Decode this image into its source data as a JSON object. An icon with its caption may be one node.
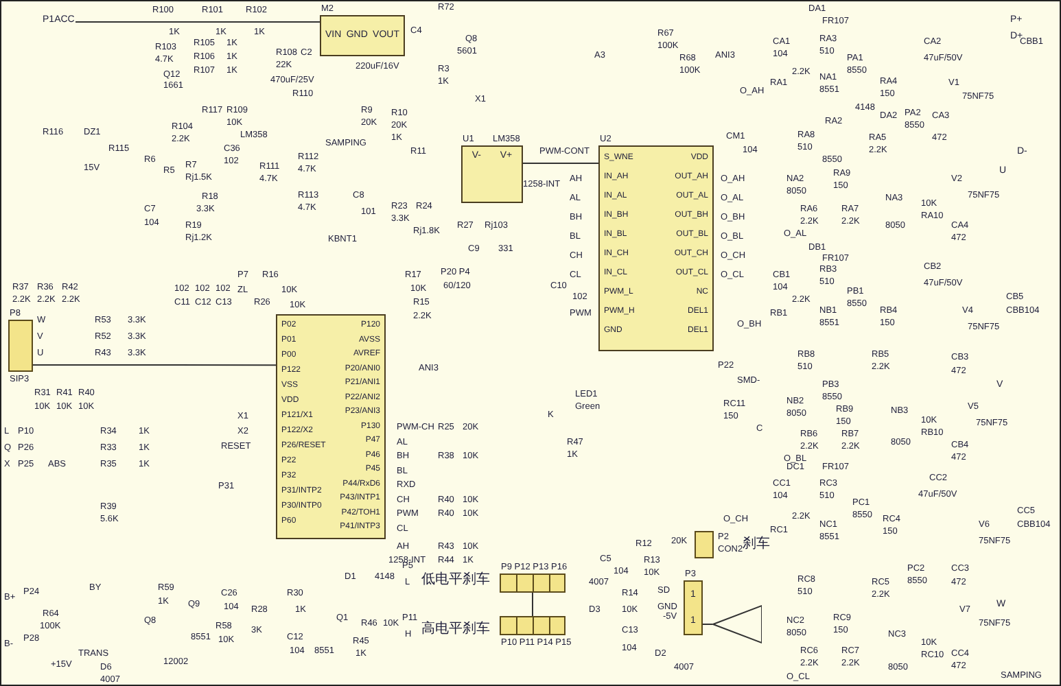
{
  "diagram": {
    "nodes": [
      {
        "text": [
          "P1",
          "ACC"
        ]
      },
      {
        "text": [
          "VIN",
          "GND",
          "VOUT"
        ],
        "beside": [
          "M2"
        ]
      },
      {
        "text": [
          "V-",
          "V+"
        ],
        "beside": [
          "U1",
          "LM358"
        ]
      },
      {
        "text": [
          "S_WNE",
          "IN_AH",
          "IN_AL",
          "IN_BH",
          "IN_BL",
          "IN_CH",
          "IN_CL",
          "PWM_L",
          "PWM_H",
          "GND",
          "VDD",
          "OUT_AH",
          "OUT_AL",
          "OUT_BH",
          "OUT_BL",
          "OUT_CH",
          "OUT_CL",
          "NC",
          "DEL1",
          "DEL1"
        ],
        "beside": [
          "U2"
        ]
      },
      {
        "text": [
          "P02",
          "P01",
          "P00",
          "P122",
          "VSS",
          "VDD",
          "P121/X1",
          "P122/X2",
          "P26/RESET",
          "P22",
          "P32",
          "P31/INTP2",
          "P30/INTP0",
          "P60",
          "P120",
          "AVSS",
          "AVREF",
          "P20/ANI0",
          "P21/ANI1",
          "P22/ANI2",
          "P23/ANI3",
          "P130",
          "P47",
          "P46",
          "P45",
          "P44/RxD6",
          "P43/INTP1",
          "P42/TOH1",
          "P41/INTP3"
        ]
      },
      {
        "text": [],
        "shape": "box",
        "beside": [
          "P8",
          "SIP3"
        ]
      },
      {
        "text": [
          "1",
          "1"
        ],
        "beside": [
          "P3"
        ]
      },
      {
        "text": [],
        "shape": "box",
        "beside": [
          "P2",
          "CON2"
        ]
      },
      {
        "text": [],
        "shape": "box",
        "beside": [
          "P9 P12 P13 P16"
        ]
      },
      {
        "text": [],
        "shape": "box",
        "beside": [
          "P10 P11 P14 P15"
        ]
      },
      {
        "text": [
          "U"
        ]
      },
      {
        "text": [
          "V"
        ]
      },
      {
        "text": [
          "W"
        ]
      },
      {
        "text": [
          "P+"
        ]
      },
      {
        "text": [
          "D+"
        ]
      },
      {
        "text": [
          "D-"
        ]
      },
      {
        "text": [],
        "shape": "triangle"
      }
    ],
    "edges": [
      {
        "from": 0,
        "to": 1,
        "arrow": "none"
      },
      {
        "from": 2,
        "to": 3,
        "arrow": "none"
      },
      {
        "from": 5,
        "to": 4,
        "arrow": "none"
      },
      {
        "from": 8,
        "to": 9,
        "arrow": "none"
      },
      {
        "from": 16,
        "to": 6,
        "arrow": "none"
      }
    ],
    "labels": [
      "R100",
      "1K",
      "R101",
      "1K",
      "R102",
      "1K",
      "R103",
      "4.7K",
      "R105",
      "R106",
      "R107",
      "1K",
      "1K",
      "1K",
      "Q12",
      "1661",
      "R108",
      "22K",
      "C2",
      "470uF/25V",
      "C4",
      "220uF/16V",
      "R72",
      "Q8",
      "5601",
      "R3",
      "1K",
      "X1",
      "R110",
      "R117",
      "R109",
      "10K",
      "LM358",
      "R104",
      "2.2K",
      "C36",
      "102",
      "R111",
      "4.7K",
      "R112",
      "4.7K",
      "SAMPING",
      "R113",
      "4.7K",
      "KBNT1",
      "R9",
      "20K",
      "R10",
      "20K",
      "1K",
      "R11",
      "C8",
      "101",
      "R23",
      "3.3K",
      "R24",
      "Rj1.8K",
      "R27",
      "Rj103",
      "C9",
      "331",
      "1258-INT",
      "PWM-CONT",
      "R116",
      "DZ1",
      "15V",
      "R115",
      "R6",
      "R5",
      "R7",
      "Rj1.5K",
      "C7",
      "104",
      "R18",
      "3.3K",
      "R19",
      "Rj1.2K",
      "R37",
      "R36",
      "R42",
      "2.2K",
      "2.2K",
      "2.2K",
      "W",
      "V",
      "U",
      "R53",
      "R52",
      "R43",
      "3.3K",
      "3.3K",
      "3.3K",
      "102",
      "102",
      "102",
      "C11",
      "C12",
      "C13",
      "P7",
      "ZL",
      "R16",
      "10K",
      "R26",
      "10K",
      "R17",
      "10K",
      "R15",
      "2.2K",
      "P20 P4",
      "60/120",
      "AH",
      "AL",
      "BH",
      "BL",
      "CH",
      "CL",
      "C10",
      "102",
      "PWM",
      "O_AH",
      "O_AL",
      "O_BH",
      "O_BL",
      "O_CH",
      "O_CL",
      "CM1",
      "104",
      "R67",
      "100K",
      "R68",
      "100K",
      "A3",
      "ANI3",
      "DA1",
      "FR107",
      "CA1",
      "104",
      "RA3",
      "510",
      "PA1",
      "8550",
      "NA1",
      "8551",
      "RA1",
      "2.2K",
      "O_AH",
      "RA4",
      "150",
      "4148",
      "DA2",
      "PA2",
      "8550",
      "RA5",
      "2.2K",
      "CA3",
      "472",
      "CA2",
      "47uF/50V",
      "V1",
      "75NF75",
      "RA8",
      "510",
      "RA2",
      "8550",
      "RA9",
      "150",
      "NA2",
      "8050",
      "RA6",
      "2.2K",
      "RA7",
      "2.2K",
      "O_AL",
      "NA3",
      "8050",
      "10K",
      "RA10",
      "CA4",
      "472",
      "V2",
      "75NF75",
      "CBB1",
      "DB1",
      "FR107",
      "CB1",
      "104",
      "RB3",
      "510",
      "PB1",
      "8550",
      "NB1",
      "8551",
      "RB1",
      "2.2K",
      "O_BH",
      "RB4",
      "150",
      "CB2",
      "47uF/50V",
      "V4",
      "75NF75",
      "CB5",
      "CBB104",
      "RB8",
      "510",
      "RB5",
      "2.2K",
      "CB3",
      "472",
      "PB3",
      "8550",
      "RB9",
      "150",
      "NB2",
      "8050",
      "RB6",
      "2.2K",
      "RB7",
      "2.2K",
      "O_BL",
      "NB3",
      "8050",
      "10K",
      "RB10",
      "CB4",
      "472",
      "V5",
      "75NF75",
      "P22",
      "SMD-",
      "RC11",
      "150",
      "C",
      "DC1",
      "FR107",
      "CC1",
      "104",
      "RC3",
      "510",
      "PC1",
      "8550",
      "NC1",
      "8551",
      "RC1",
      "2.2K",
      "O_CH",
      "RC4",
      "150",
      "CC2",
      "47uF/50V",
      "V6",
      "75NF75",
      "CC5",
      "CBB104",
      "RC8",
      "510",
      "RC5",
      "2.2K",
      "PC2",
      "8550",
      "CC3",
      "472",
      "RC9",
      "150",
      "NC2",
      "8050",
      "RC6",
      "2.2K",
      "RC7",
      "2.2K",
      "O_CL",
      "NC3",
      "8050",
      "10K",
      "RC10",
      "CC4",
      "472",
      "V7",
      "75NF75",
      "SAMPING",
      "L",
      "P10",
      "Q",
      "P26",
      "X",
      "P25",
      "ABS",
      "R31",
      "R41",
      "R40",
      "10K",
      "10K",
      "10K",
      "R34",
      "1K",
      "R33",
      "1K",
      "R35",
      "1K",
      "R39",
      "5.6K",
      "X1",
      "X2",
      "RESET",
      "P31",
      "ANI3",
      "PWM-CH",
      "R25",
      "20K",
      "AL",
      "BH",
      "R38",
      "10K",
      "BL",
      "RXD",
      "CH",
      "R40",
      "10K",
      "PWM",
      "R40",
      "10K",
      "CL",
      "AH",
      "R43",
      "10K",
      "1258-INT",
      "R44",
      "1K",
      "LED1",
      "Green",
      "K",
      "R47",
      "1K",
      "B+",
      "P24",
      "R64",
      "100K",
      "B-",
      "P28",
      "BY",
      "TRANS",
      "D6",
      "4007",
      "+15V",
      "R59",
      "1K",
      "Q9",
      "Q8",
      "8551",
      "12002",
      "C26",
      "104",
      "R58",
      "10K",
      "R28",
      "3K",
      "R30",
      "1K",
      "C12",
      "104",
      "D1",
      "4148",
      "P5",
      "L",
      "Q1",
      "R46",
      "10K",
      "R45",
      "1K",
      "P11",
      "H",
      "8551",
      "低电平刹车",
      "高电平刹车",
      "4007",
      "D3",
      "C5",
      "104",
      "R12",
      "20K",
      "R13",
      "10K",
      "R14",
      "10K",
      "SD",
      "GND",
      "C13",
      "104",
      "-5V",
      "D2",
      "4007",
      "刹车"
    ]
  }
}
